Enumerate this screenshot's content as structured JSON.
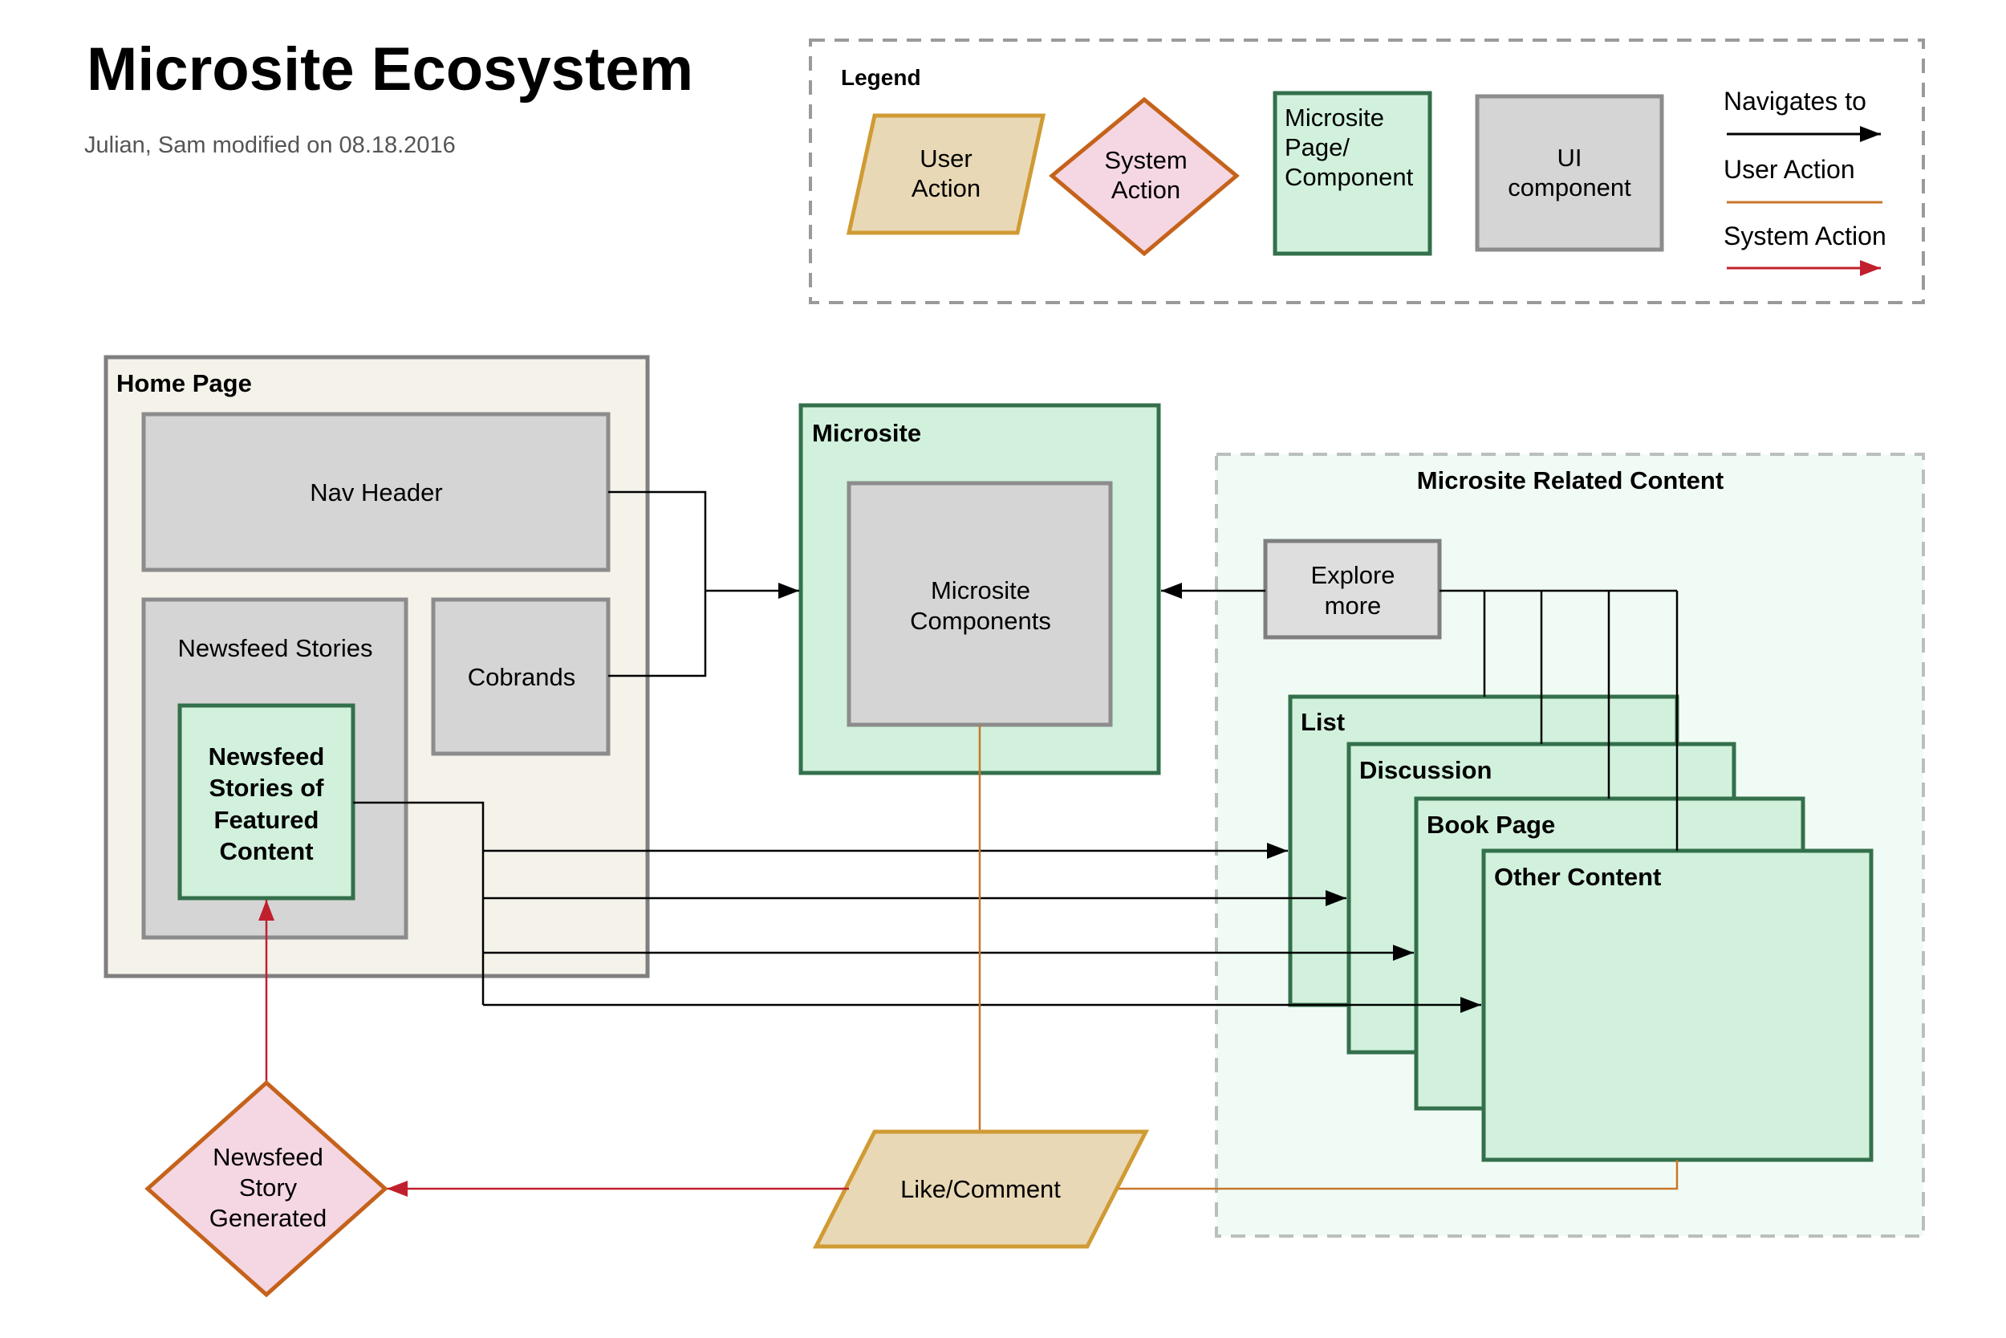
{
  "header": {
    "title": "Microsite Ecosystem",
    "subtitle": "Julian, Sam modified on 08.18.2016"
  },
  "legend": {
    "title": "Legend",
    "user_action": [
      "User",
      "Action"
    ],
    "system_action": [
      "System",
      "Action"
    ],
    "microsite_page": [
      "Microsite",
      "Page/",
      "Component"
    ],
    "ui_component": [
      "UI",
      "component"
    ],
    "navigates_to": "Navigates to",
    "user_action_line": "User Action",
    "system_action_line": "System Action"
  },
  "colors": {
    "user_action_fill": "#e9d8b5",
    "user_action_stroke": "#d09b34",
    "system_action_fill": "#f5d7e3",
    "system_action_stroke": "#c5621b",
    "microsite_fill": "#d1f1dc",
    "microsite_stroke": "#33704b",
    "ui_fill": "#d5d5d5",
    "ui_stroke": "#8c8c8c",
    "home_fill": "#f5f2ea",
    "related_fill": "#f1fbf5",
    "related_stroke": "#b9c0bc",
    "nav_arrow": "#000000",
    "user_line": "#c8762b",
    "system_arrow": "#c0202e"
  },
  "home_page": {
    "title": "Home Page",
    "nav_header": "Nav Header",
    "newsfeed_stories": "Newsfeed Stories",
    "cobrands": "Cobrands",
    "featured": [
      "Newsfeed",
      "Stories of",
      "Featured",
      "Content"
    ]
  },
  "microsite": {
    "title": "Microsite",
    "components": [
      "Microsite",
      "Components"
    ]
  },
  "related": {
    "title": "Microsite Related Content",
    "explore": [
      "Explore",
      "more"
    ],
    "pages": [
      "List",
      "Discussion",
      "Book Page",
      "Other Content"
    ]
  },
  "actions": {
    "like_comment": "Like/Comment",
    "newsfeed_generated": [
      "Newsfeed",
      "Story",
      "Generated"
    ]
  }
}
